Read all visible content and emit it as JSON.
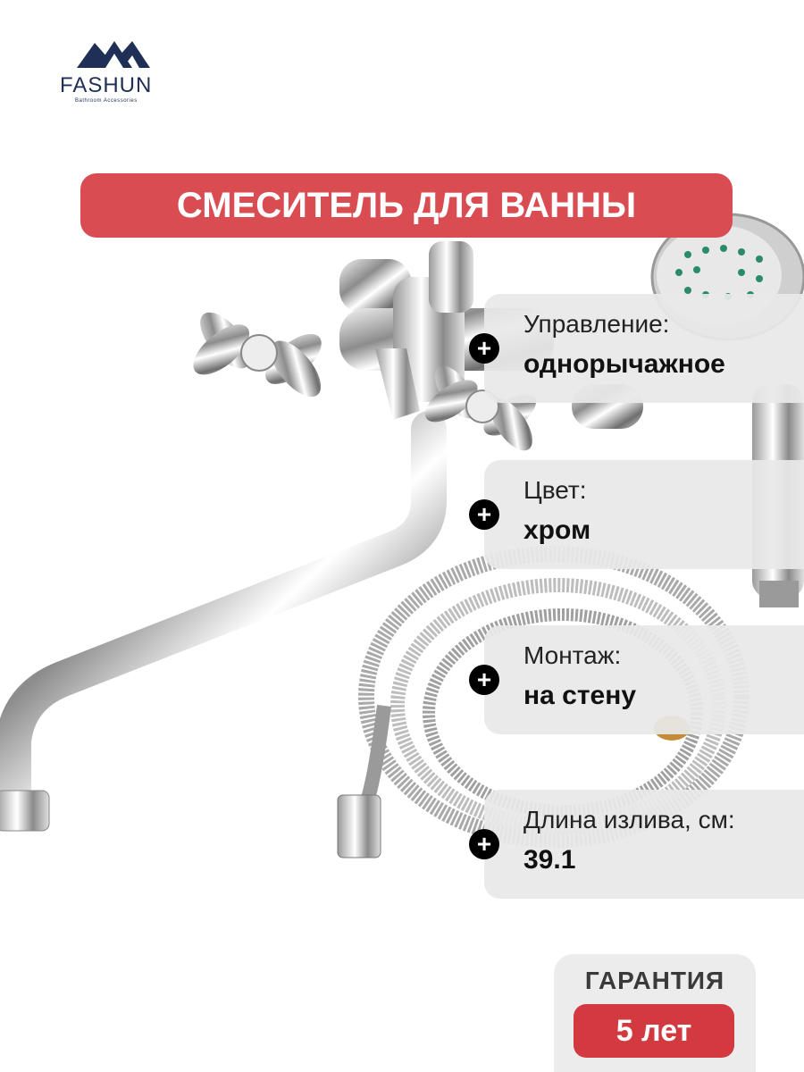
{
  "brand": {
    "name": "FASHUN",
    "tagline": "Bathroom Accessories"
  },
  "title": "СМЕСИТЕЛЬ ДЛЯ ВАННЫ",
  "specs": [
    {
      "label": "Управление:",
      "value": "однорычажное"
    },
    {
      "label": "Цвет:",
      "value": "хром"
    },
    {
      "label": "Монтаж:",
      "value": "на стену"
    },
    {
      "label": "Длина излива, см:",
      "value": "39.1"
    }
  ],
  "warranty": {
    "label": "ГАРАНТИЯ",
    "value": "5 лет"
  },
  "icons": {
    "plus": "+"
  },
  "colors": {
    "accent": "#d84c52",
    "brand": "#1f2f55",
    "card": "#e8e8e8"
  }
}
